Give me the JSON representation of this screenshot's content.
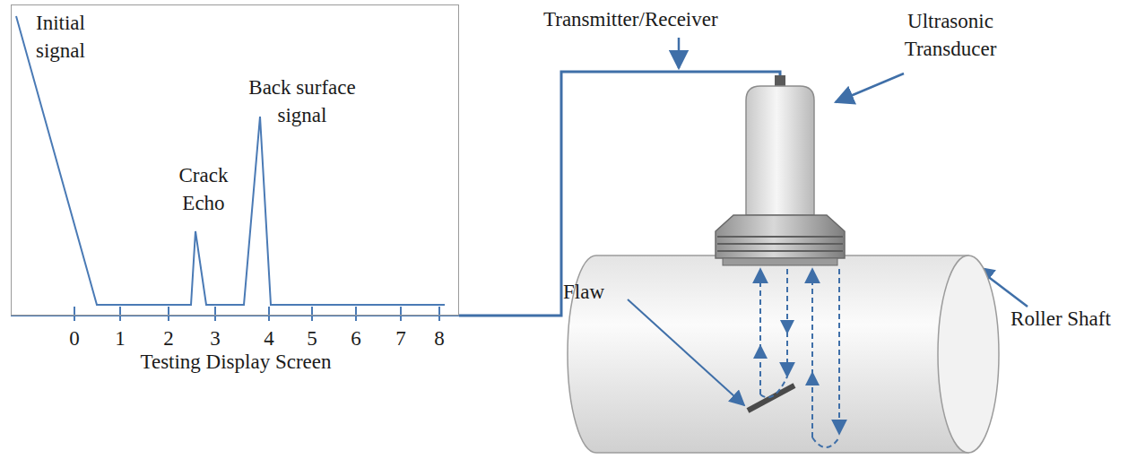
{
  "diagram": {
    "nodes": [
      {
        "text": [
          "Testing Display Screen"
        ]
      }
    ],
    "labels": [
      "Initial signal",
      "Crack Echo",
      "Back surface signal",
      "0",
      "1",
      "2",
      "3",
      "4",
      "5",
      "6",
      "7",
      "8",
      "Transmitter/Receiver",
      "Ultrasonic Transducer",
      "Roller Shaft",
      "Flaw"
    ]
  }
}
